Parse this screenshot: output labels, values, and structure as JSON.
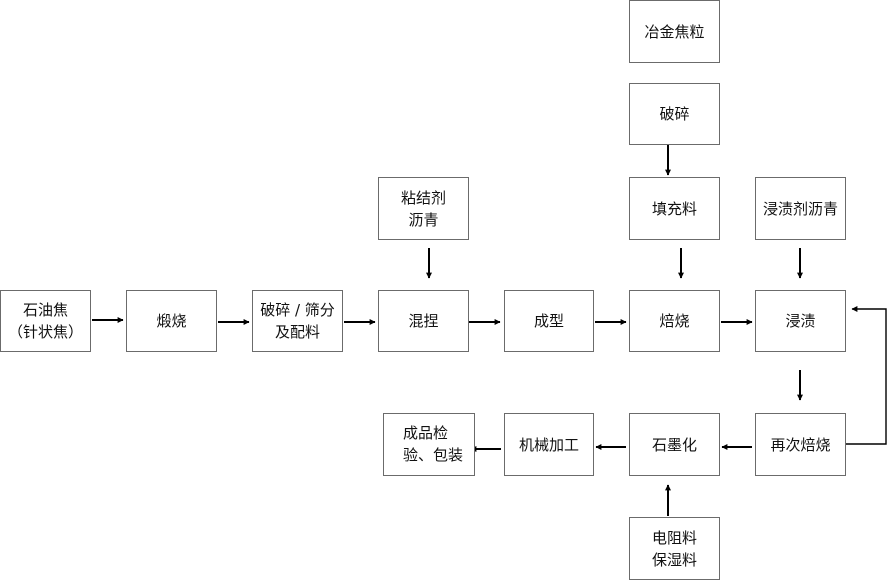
{
  "steps": {
    "petroleum_coke": "石油焦\n（针状焦）",
    "calcination": "煅烧",
    "crush_sieve": "破碎 / 筛分\n及配料",
    "binder_pitch": "粘结剂\n沥青",
    "kneading": "混捏",
    "forming": "成型",
    "metallurgical_coke": "冶金焦粒",
    "crushing": "破碎",
    "packing_material": "填充料",
    "baking": "焙烧",
    "impregnant_pitch": "浸渍剂沥青",
    "impregnation": "浸渍",
    "rebaking": "再次焙烧",
    "graphitization": "石墨化",
    "resistor_material": "电阻料\n保湿料",
    "machining": "机械加工",
    "inspection": "成品检\n验、包装"
  }
}
